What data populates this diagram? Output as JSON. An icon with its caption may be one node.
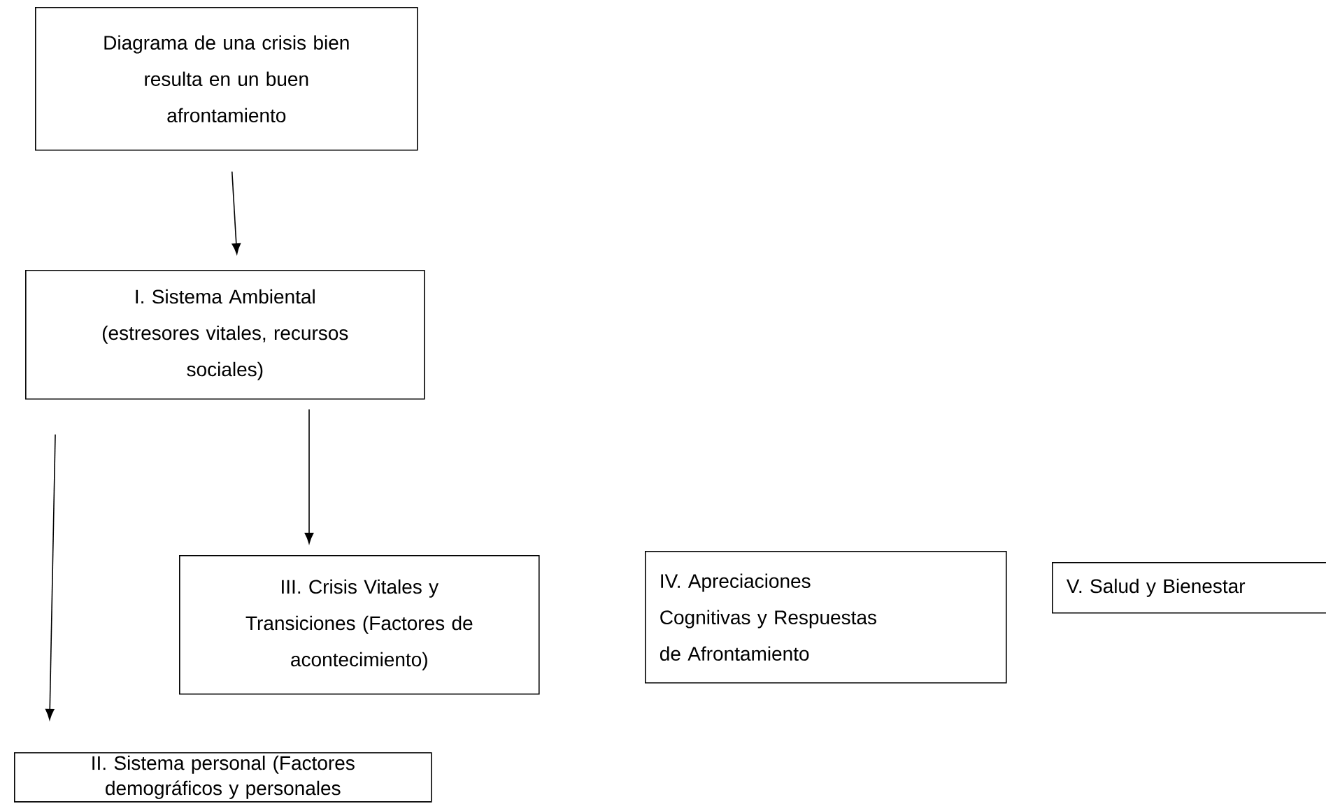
{
  "diagram": {
    "nodes": [
      {
        "text": [
          "Diagrama de una crisis bien resulta en un buen afrontamiento"
        ]
      },
      {
        "text": [
          "I. Sistema Ambiental (estresores vitales, recursos sociales)"
        ]
      },
      {
        "text": [
          "III. Crisis Vitales y Transiciones (Factores de acontecimiento)"
        ]
      },
      {
        "text": [
          "IV. Apreciaciones Cognitivas y Respuestas de Afrontamiento"
        ]
      },
      {
        "text": [
          "V. Salud y Bienestar"
        ]
      },
      {
        "text": [
          "II. Sistema personal (Factores demográficos y personales"
        ]
      }
    ],
    "edges": [
      {
        "from": 0,
        "to": 1,
        "arrow": "to"
      },
      {
        "from": 1,
        "to": 2,
        "arrow": "to"
      },
      {
        "from": 1,
        "to": 5,
        "arrow": "to"
      }
    ]
  }
}
